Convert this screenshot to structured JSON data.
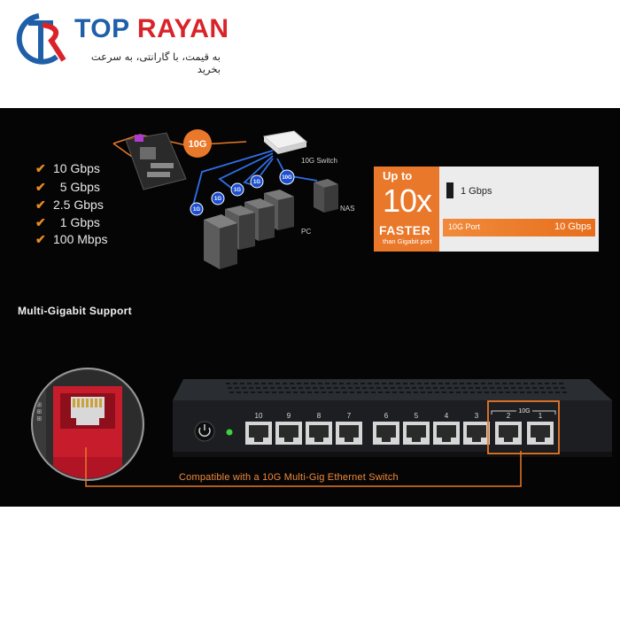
{
  "header": {
    "brand_part1": "TOP ",
    "brand_part2": "RAYAN",
    "tagline": "به قیمت، با گارانتی، به سرعت بخرید"
  },
  "speed_list": [
    "10 Gbps",
    "5 Gbps",
    "2.5 Gbps",
    "1 Gbps",
    "100 Mbps"
  ],
  "network_diagram": {
    "uplink_badge": "10G",
    "switch_label": "10G Switch",
    "nas_label": "NAS",
    "pc_label": "PC",
    "link_badges": [
      "1G",
      "1G",
      "1G",
      "1G",
      "10G"
    ]
  },
  "faster_box": {
    "up_to": "Up to",
    "multiplier": "10x",
    "faster": "FASTER",
    "than": "than Gigabit port",
    "gigabit_label": "1 Gbps",
    "ten_g_port_label": "10G Port",
    "ten_g_value": "10 Gbps"
  },
  "section_title": "Multi-Gigabit Support",
  "switch_panel": {
    "port_numbers": [
      "10",
      "9",
      "8",
      "7",
      "6",
      "5",
      "4",
      "3",
      "2",
      "1"
    ],
    "ten_g_group_label": "10G",
    "power_icon": "power-icon",
    "led_color": "#3fd13f"
  },
  "compatibility_text": "Compatible with a 10G Multi-Gig Ethernet Switch",
  "colors": {
    "brand_blue": "#1f5fa8",
    "brand_red": "#d9232a",
    "accent_orange": "#e9782a",
    "banner_bg": "#050505"
  }
}
